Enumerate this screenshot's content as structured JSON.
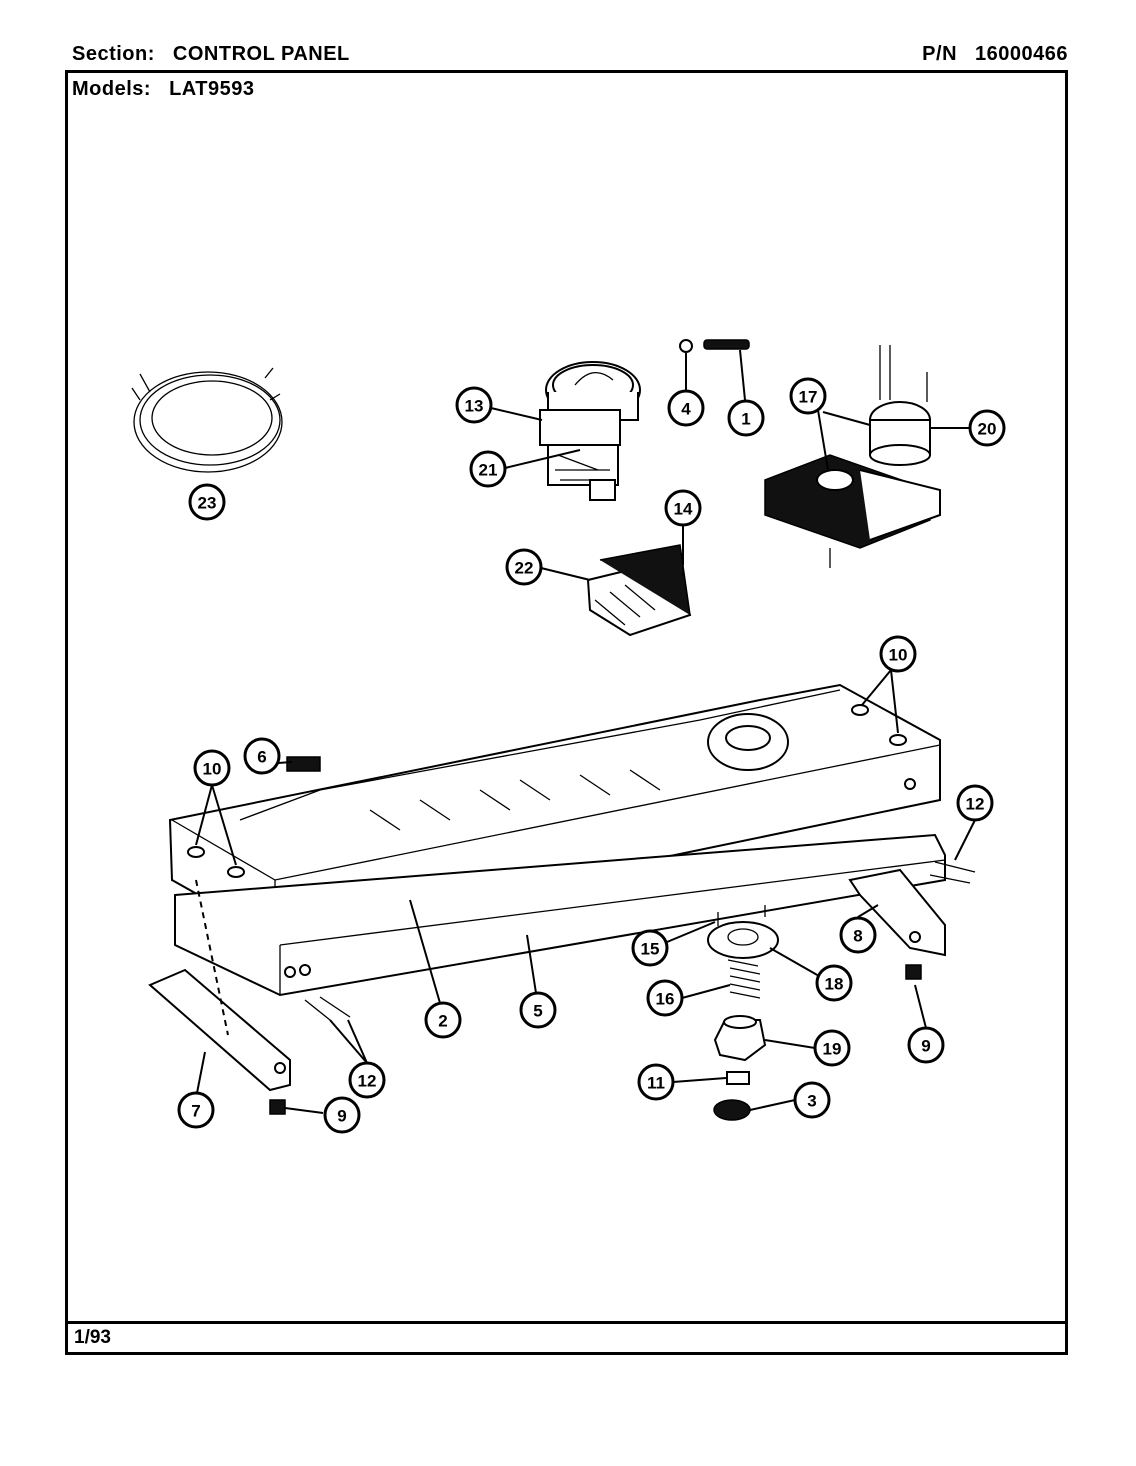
{
  "header": {
    "section_label": "Section:",
    "section_value": "CONTROL PANEL",
    "pn_label": "P/N",
    "pn_value": "16000466",
    "models_label": "Models:",
    "models_value": "LAT9593"
  },
  "footer": {
    "date": "1/93"
  },
  "callouts": [
    "1",
    "2",
    "3",
    "4",
    "5",
    "6",
    "7",
    "8",
    "9",
    "9",
    "10",
    "10",
    "11",
    "12",
    "12",
    "13",
    "14",
    "15",
    "16",
    "17",
    "18",
    "19",
    "20",
    "21",
    "22",
    "23"
  ]
}
